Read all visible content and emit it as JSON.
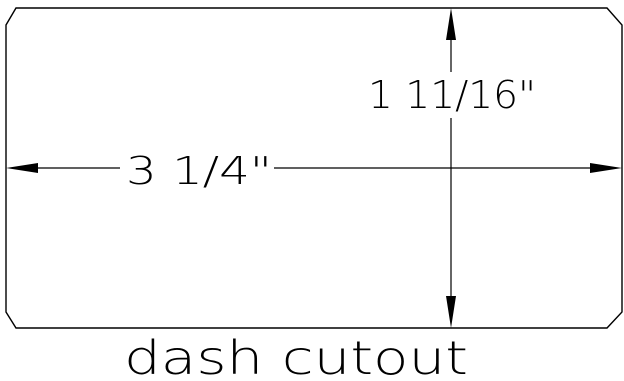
{
  "drawing": {
    "title": "dash cutout",
    "dimensions": {
      "width": "3 1/4\"",
      "height": "1 11/16\""
    },
    "colors": {
      "line": "#000000",
      "background": "#ffffff"
    }
  }
}
